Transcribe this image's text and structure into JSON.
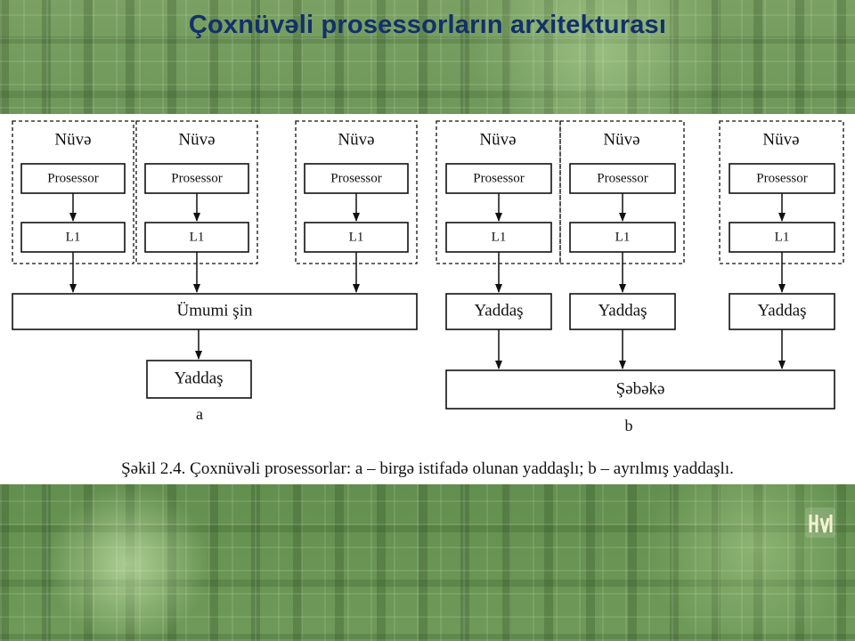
{
  "slide": {
    "title": "Çoxnüvəli prosessorların arxitekturası",
    "caption": "Şəkil 2.4. Çoxnüvəli prosessorlar: a – birgə istifadə olunan yaddaşlı; b – ayrılmış yaddaşlı."
  },
  "diagram_a": {
    "label": "a",
    "core_label": "Nüvə",
    "processor_label": "Prosessor",
    "cache_label": "L1",
    "bus_label": "Ümumi şin",
    "memory_label": "Yaddaş"
  },
  "diagram_b": {
    "label": "b",
    "core_label": "Nüvə",
    "processor_label": "Prosessor",
    "cache_label": "L1",
    "memory_label": "Yaddaş",
    "network_label": "Şəbəkə"
  }
}
